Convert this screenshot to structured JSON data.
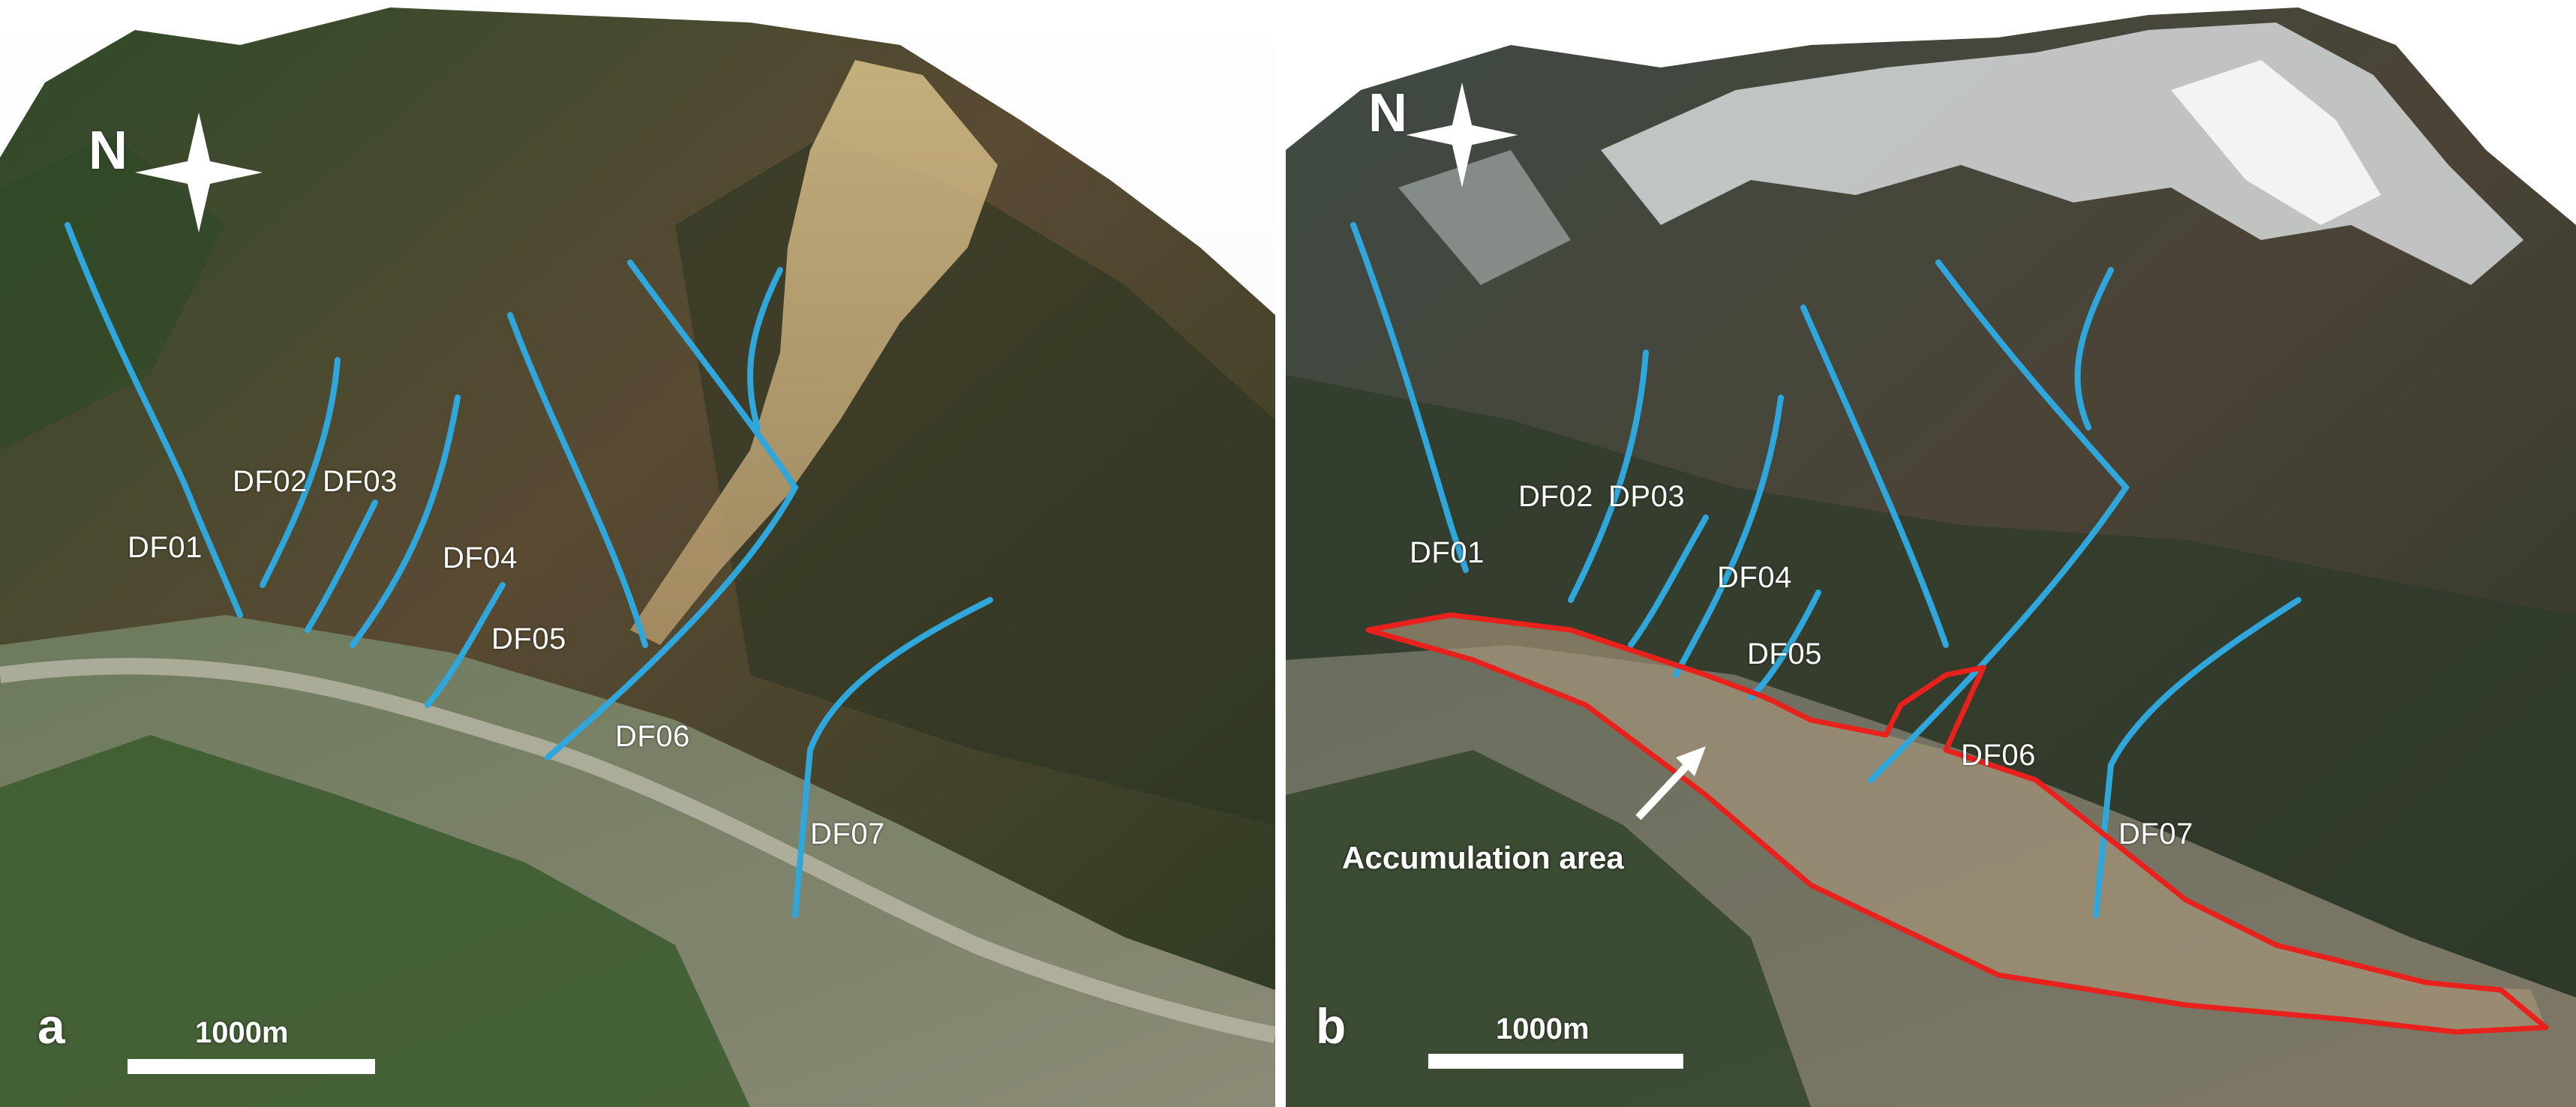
{
  "panel_a": {
    "letter": "a",
    "north": "N",
    "scale_label": "1000m",
    "channels": [
      "DF01",
      "DF02",
      "DF03",
      "DF04",
      "DF05",
      "DF06",
      "DF07"
    ]
  },
  "panel_b": {
    "letter": "b",
    "north": "N",
    "scale_label": "1000m",
    "channels": [
      "DF01",
      "DF02",
      "DP03",
      "DF04",
      "DF05",
      "DF06",
      "DF07"
    ],
    "accumulation_label": "Accumulation area"
  },
  "colors": {
    "channel_line": "#2fa7dc",
    "accumulation_outline": "#e8211d",
    "label_text": "#ffffff"
  }
}
